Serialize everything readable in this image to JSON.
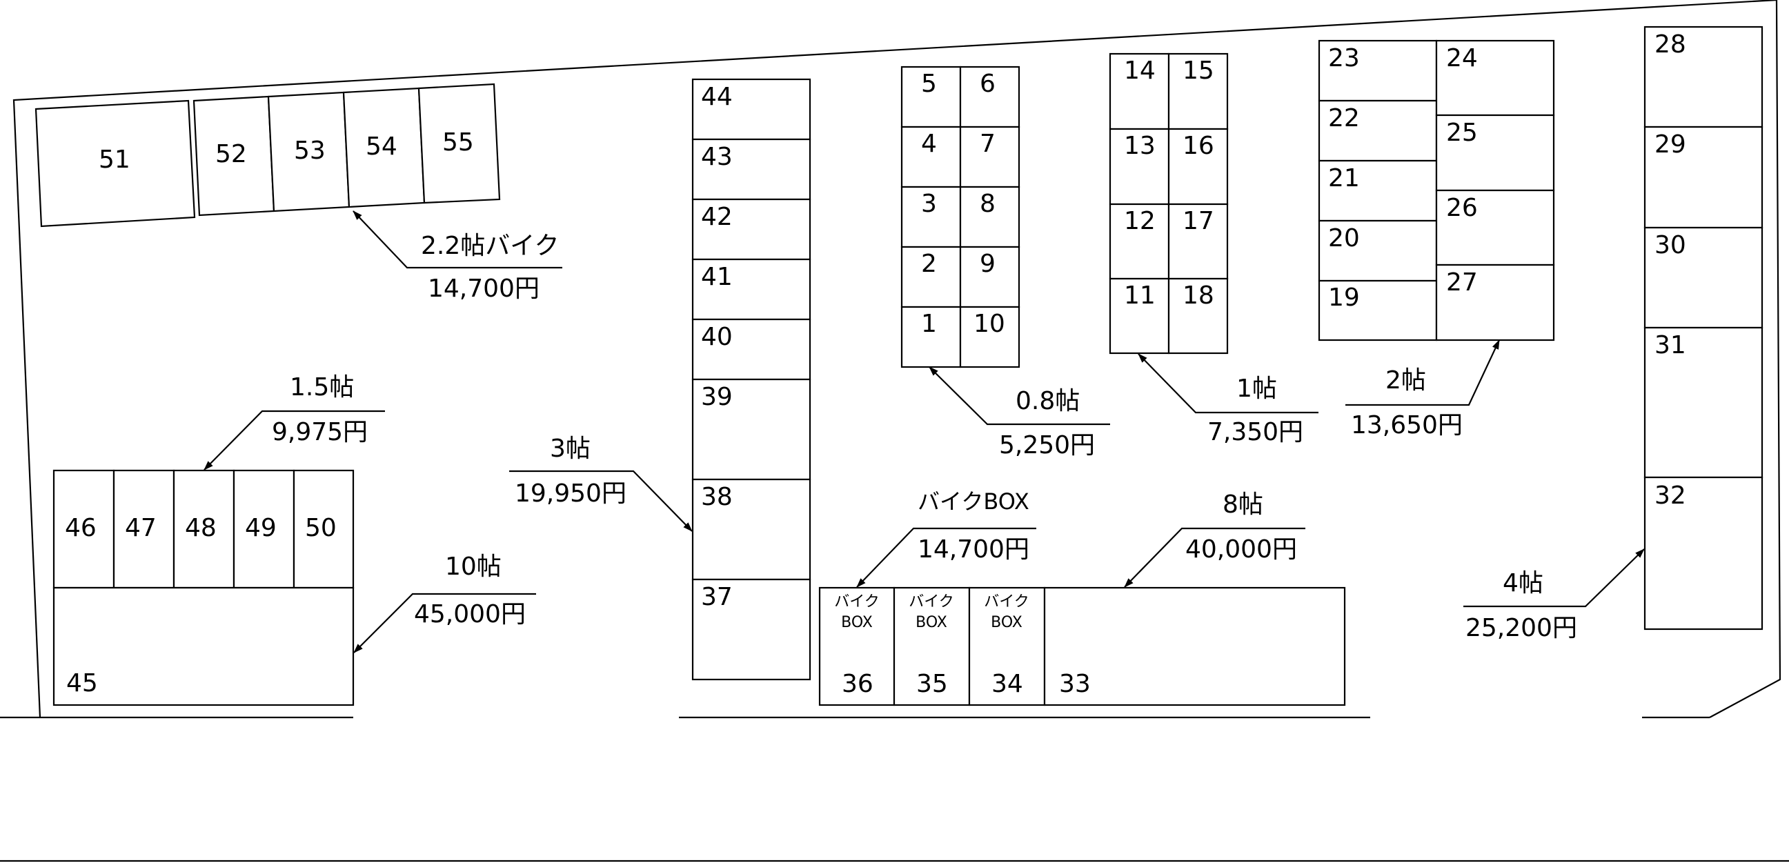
{
  "units": {
    "u1": "1",
    "u2": "2",
    "u3": "3",
    "u4": "4",
    "u5": "5",
    "u6": "6",
    "u7": "7",
    "u8": "8",
    "u9": "9",
    "u10": "10",
    "u11": "11",
    "u12": "12",
    "u13": "13",
    "u14": "14",
    "u15": "15",
    "u16": "16",
    "u17": "17",
    "u18": "18",
    "u19": "19",
    "u20": "20",
    "u21": "21",
    "u22": "22",
    "u23": "23",
    "u24": "24",
    "u25": "25",
    "u26": "26",
    "u27": "27",
    "u28": "28",
    "u29": "29",
    "u30": "30",
    "u31": "31",
    "u32": "32",
    "u33": "33",
    "u34": "34",
    "u35": "35",
    "u36": "36",
    "u37": "37",
    "u38": "38",
    "u39": "39",
    "u40": "40",
    "u41": "41",
    "u42": "42",
    "u43": "43",
    "u44": "44",
    "u45": "45",
    "u46": "46",
    "u47": "47",
    "u48": "48",
    "u49": "49",
    "u50": "50",
    "u51": "51",
    "u52": "52",
    "u53": "53",
    "u54": "54",
    "u55": "55"
  },
  "bike_box": {
    "line1": "バイク",
    "line2": "BOX"
  },
  "legend": {
    "bike22": {
      "size": "2.2帖バイク",
      "price": "14,700円"
    },
    "t15": {
      "size": "1.5帖",
      "price": "9,975円"
    },
    "t10": {
      "size": "10帖",
      "price": "45,000円"
    },
    "t3": {
      "size": "3帖",
      "price": "19,950円"
    },
    "t08": {
      "size": "0.8帖",
      "price": "5,250円"
    },
    "t1": {
      "size": "1帖",
      "price": "7,350円"
    },
    "t2": {
      "size": "2帖",
      "price": "13,650円"
    },
    "bikebox": {
      "size": "バイクBOX",
      "price": "14,700円"
    },
    "t8": {
      "size": "8帖",
      "price": "40,000円"
    },
    "t4": {
      "size": "4帖",
      "price": "25,200円"
    }
  }
}
